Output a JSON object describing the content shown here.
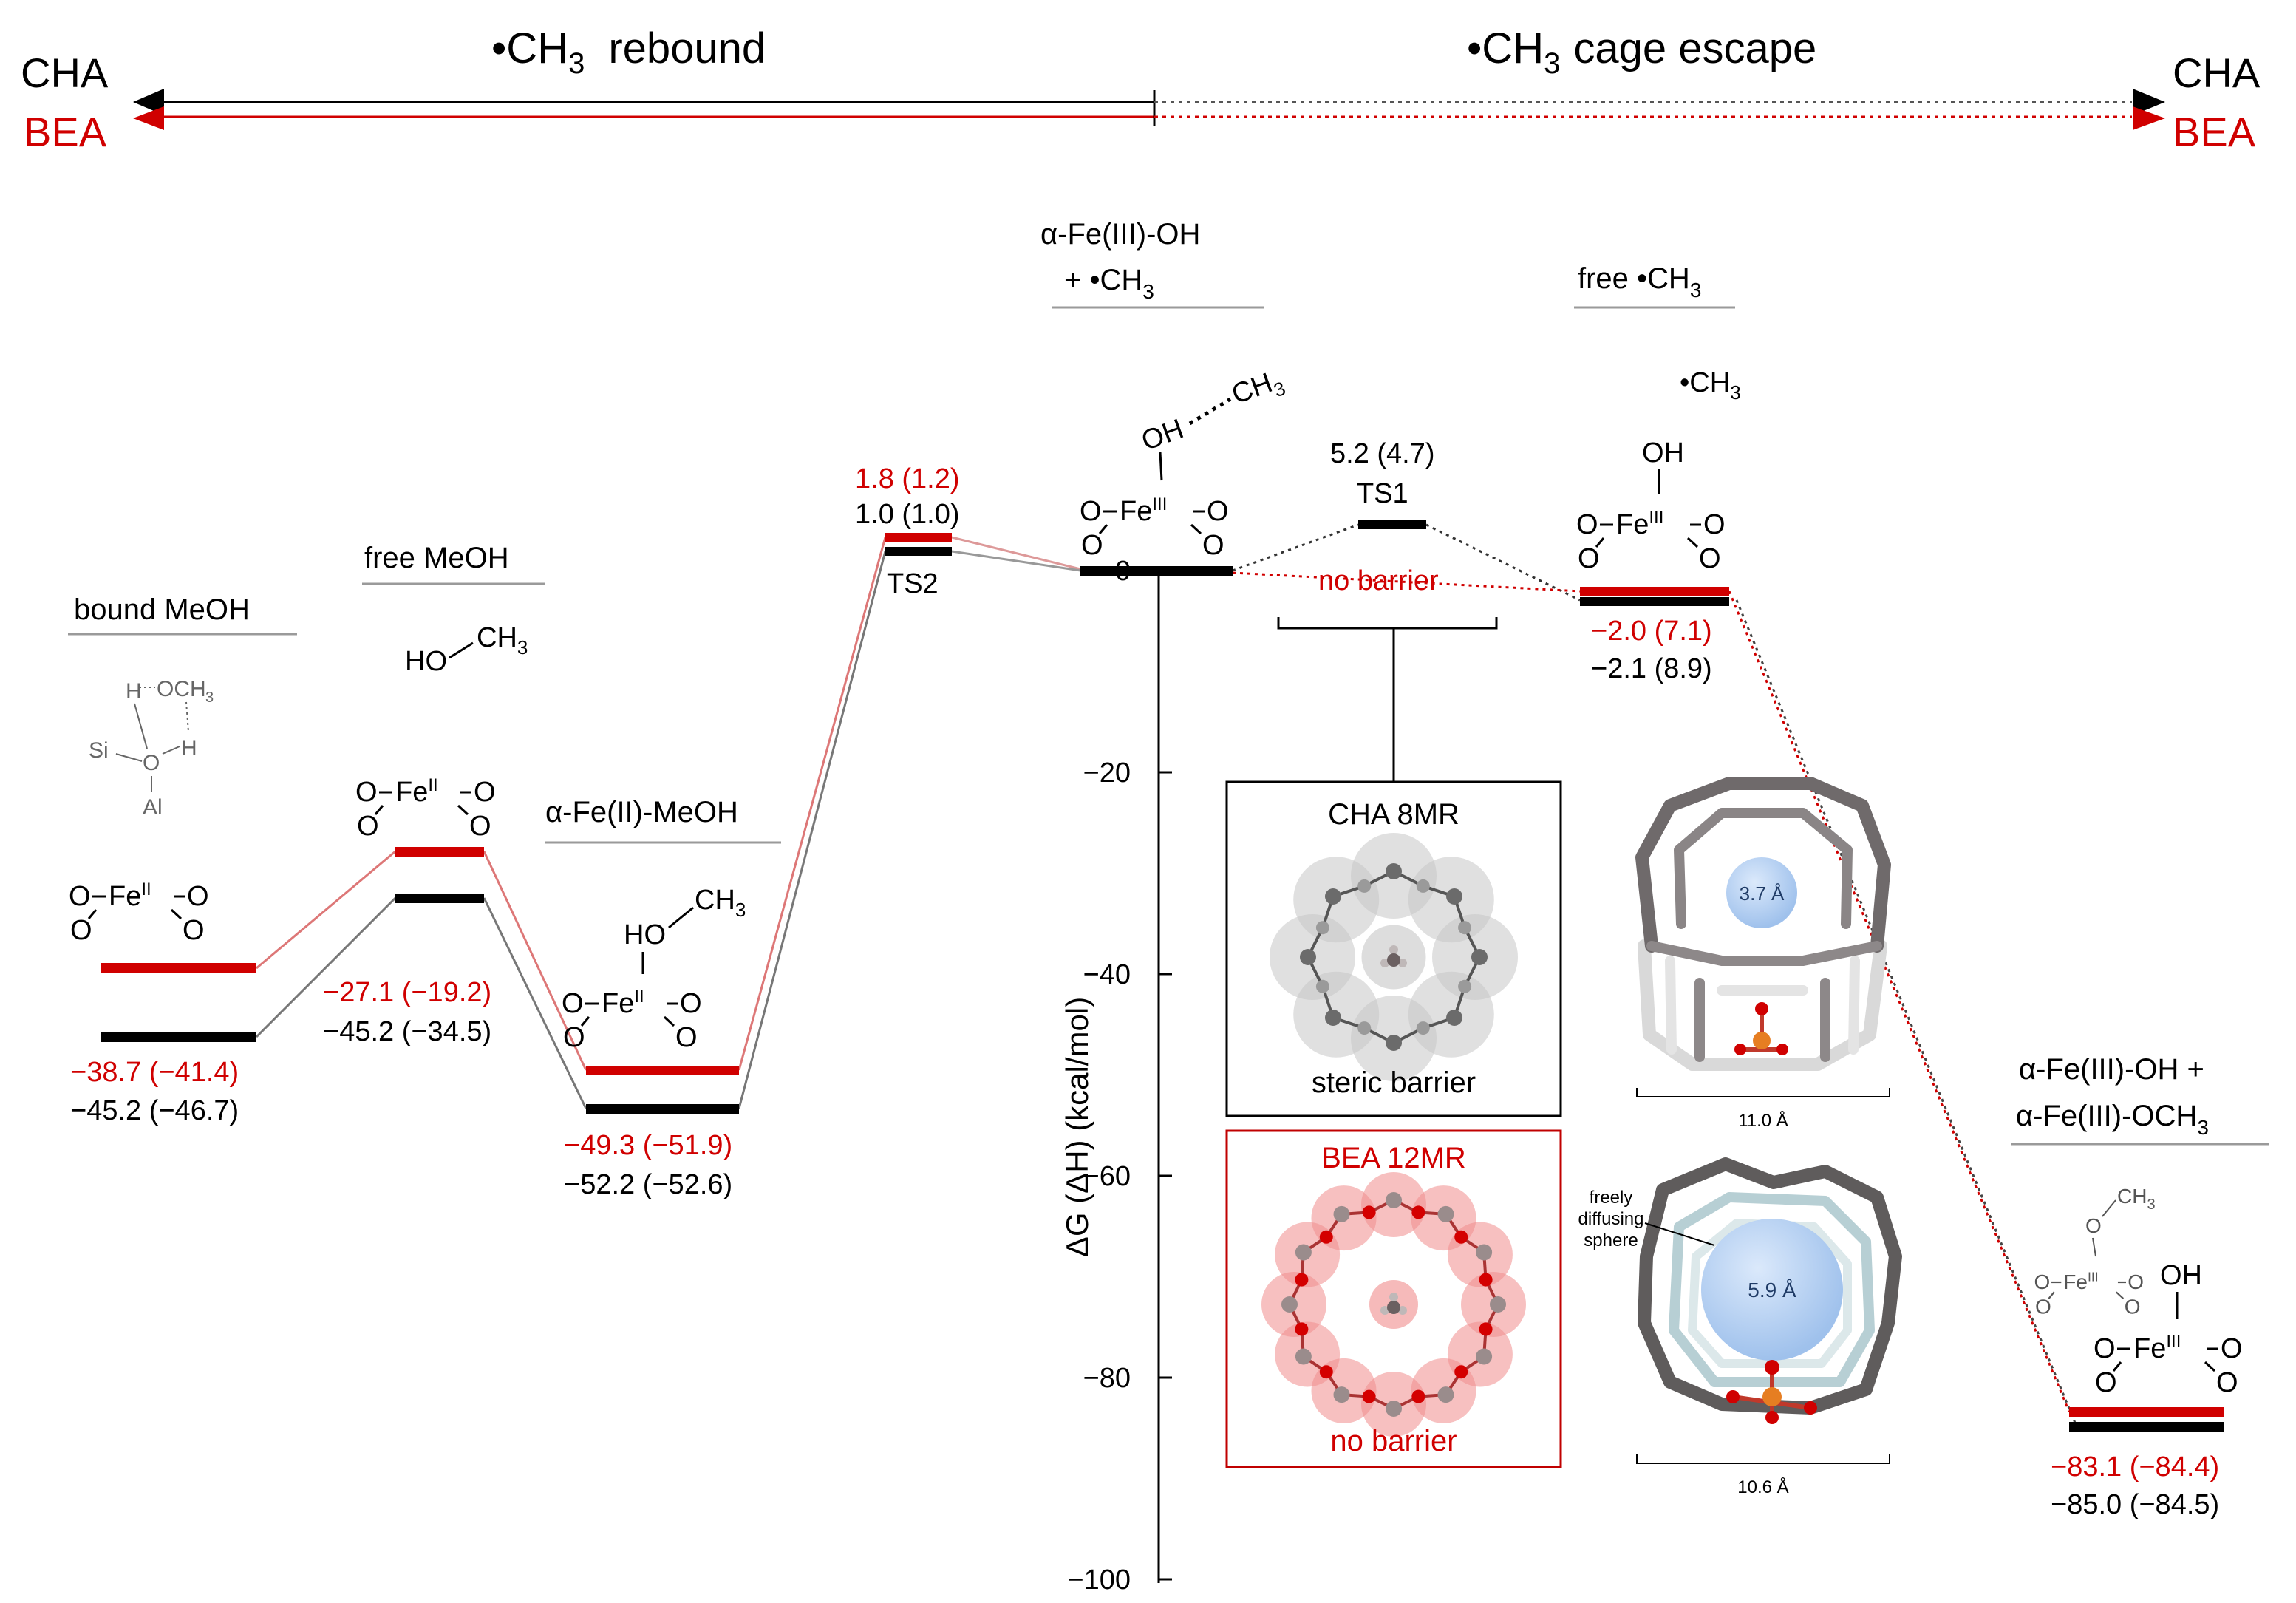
{
  "header": {
    "left_title": "•CH",
    "left_title_sub": "3",
    "left_title_rest": "rebound",
    "right_title": "•CH",
    "right_title_sub": "3",
    "right_title_rest": "cage escape",
    "left_cha": "CHA",
    "left_bea": "BEA",
    "right_cha": "CHA",
    "right_bea": "BEA"
  },
  "colors": {
    "cha": "#000000",
    "bea": "#d00000",
    "gray_rule": "#9a9a9a"
  },
  "axis": {
    "label": "ΔG (ΔH) (kcal/mol)",
    "ticks": [
      "0",
      "−20",
      "−40",
      "−60",
      "−80",
      "−100"
    ],
    "tick_values": [
      0,
      -20,
      -40,
      -60,
      -80,
      -100
    ]
  },
  "states": {
    "bound": {
      "title": "bound MeOH",
      "bea_value": "−38.7 (−41.4)",
      "cha_value": "−45.2 (−46.7)"
    },
    "free": {
      "title": "free MeOH",
      "bea_value": "−27.1 (−19.2)",
      "cha_value": "−45.2 (−34.5)"
    },
    "alpha_meoh": {
      "title": "α-Fe(II)-MeOH",
      "bea_value": "−49.3 (−51.9)",
      "cha_value": "−52.2 (−52.6)"
    },
    "ts2": {
      "label": "TS2",
      "bea_value": "1.8 (1.2)",
      "cha_value": "1.0 (1.0)"
    },
    "alpha_oh": {
      "title_line1": "α-Fe(III)-OH",
      "title_line2": "+ •CH",
      "title_line2_sub": "3",
      "zero": "0"
    },
    "ts1": {
      "value": "5.2 (4.7)",
      "label": "TS1",
      "no_barrier": "no barrier"
    },
    "free_ch3": {
      "title": "free •CH",
      "title_sub": "3",
      "bea_value": "−2.0 (7.1)",
      "cha_value": "−2.1 (8.9)"
    },
    "final": {
      "title_line1": "α-Fe(III)-OH +",
      "title_line2": "α-Fe(III)-OCH",
      "title_line2_sub": "3",
      "bea_value": "−83.1 (−84.4)",
      "cha_value": "−85.0 (−84.5)"
    }
  },
  "structures": {
    "fe2": "Fe",
    "fe2_sup": "II",
    "fe3": "Fe",
    "fe3_sup": "III",
    "o": "O",
    "oh": "OH",
    "ho": "HO",
    "h": "H",
    "ch3": "CH",
    "ch3_sub": "3",
    "och3": "OCH",
    "si": "Si",
    "al": "Al",
    "radical_ch3": "•CH",
    "radical_ch3_sub": "3"
  },
  "insets": {
    "cha_box": {
      "title": "CHA 8MR",
      "caption": "steric barrier"
    },
    "bea_box": {
      "title": "BEA 12MR",
      "caption": "no barrier"
    },
    "cha_cage": {
      "sphere": "3.7 Å",
      "width": "11.0 Å"
    },
    "bea_cage": {
      "sphere": "5.9 Å",
      "width": "10.6 Å",
      "callout_line1": "freely",
      "callout_line2": "diffusing",
      "callout_line3": "sphere"
    }
  }
}
